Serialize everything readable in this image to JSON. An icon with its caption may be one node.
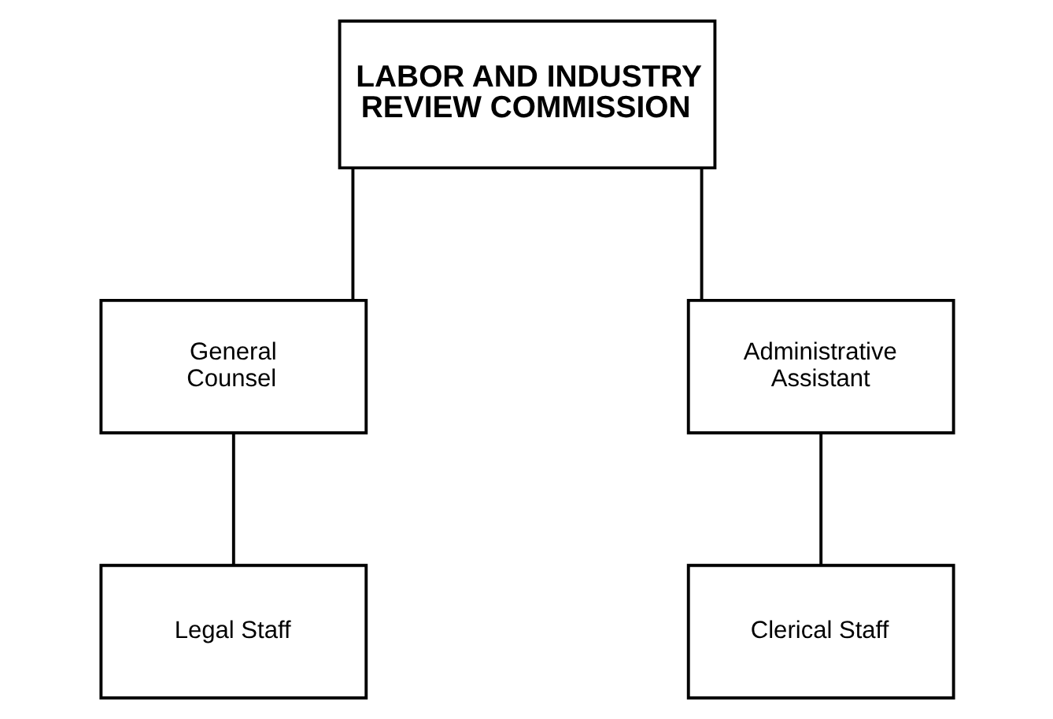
{
  "diagram": {
    "nodes": [
      {
        "text": [
          "LABOR AND INDUSTRY REVIEW COMMISSION"
        ]
      },
      {
        "text": [
          "General Counsel"
        ]
      },
      {
        "text": [
          "Administrative Assistant"
        ]
      },
      {
        "text": [
          "Legal Staff"
        ]
      },
      {
        "text": [
          "Clerical Staff"
        ]
      }
    ],
    "edges": [
      {
        "from": 0,
        "to": 1,
        "arrow": "none"
      },
      {
        "from": 0,
        "to": 2,
        "arrow": "none"
      },
      {
        "from": 1,
        "to": 3,
        "arrow": "none"
      },
      {
        "from": 2,
        "to": 4,
        "arrow": "none"
      }
    ]
  }
}
